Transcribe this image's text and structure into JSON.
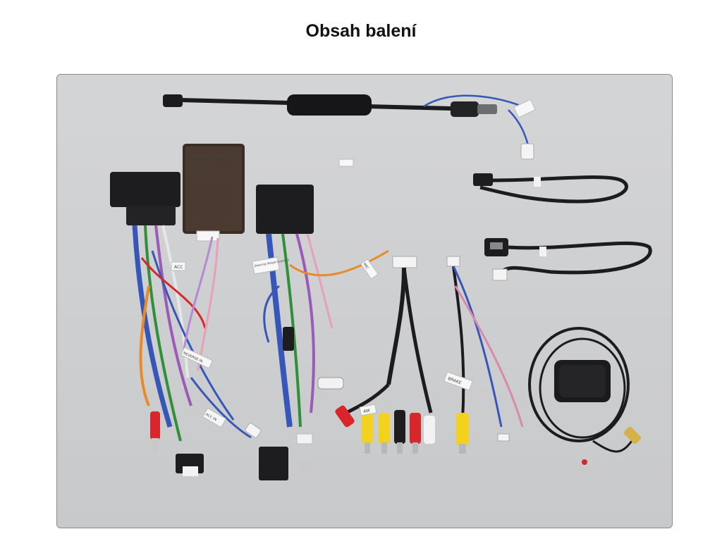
{
  "page": {
    "title": "Obsah balení"
  },
  "photo": {
    "decoder_box": {
      "label_line1": "CAN BUS DECODER",
      "label_line2": "2020-05-12",
      "label_line3": "For 8210/W211/Viano",
      "label_line4": "W220/W209/CLS/C320",
      "pin_left": "SW_TO",
      "pin_right": "SW_TX"
    },
    "tags": {
      "reverse_in": "REVERSE IN",
      "acc": "ACC",
      "steering": "Steering Wheel Control 2",
      "mic": "MIC",
      "brake": "BRAKE",
      "am": "AM",
      "acc_in": "ACC IN"
    },
    "colors": {
      "background": "#cfd0d2",
      "cable": "#1c1c1e",
      "rca_yellow": "#f2d21b",
      "rca_red": "#d8262a",
      "rca_white": "#f2f2f2",
      "wire_blue": "#3656b8",
      "wire_orange": "#e98a2a"
    }
  }
}
